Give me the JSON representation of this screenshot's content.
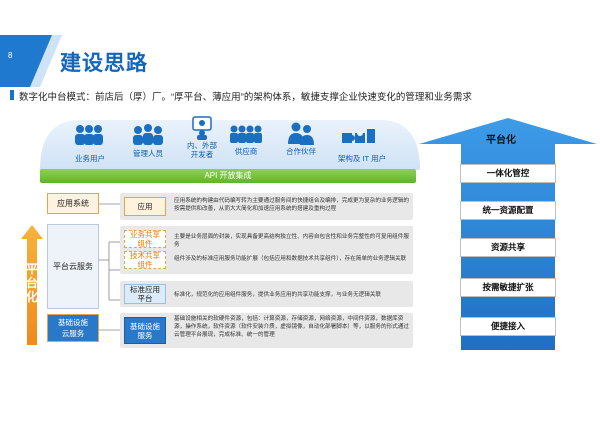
{
  "slide_number": "8",
  "title": "建设思路",
  "subtitle": "数字化中台模式：前店后（厚）厂。“厚平台、薄应用”的架构体系，敏捷支撑企业快速变化的管理和业务需求",
  "users": [
    {
      "label": "业务用户",
      "icon": "users-group-icon"
    },
    {
      "label": "管理人员",
      "icon": "managers-icon"
    },
    {
      "label": "内、外部\n开发者",
      "icon": "developer-icon"
    },
    {
      "label": "供应商",
      "icon": "supplier-group-icon"
    },
    {
      "label": "合作伙伴",
      "icon": "partner-icon"
    },
    {
      "label": "架构及 IT 用户",
      "icon": "puzzle-icon"
    }
  ],
  "api_bar": "API 开放集成",
  "platform_label": "平台化",
  "left_column": {
    "app_system": "应用系统",
    "platform_cloud": "平台云服务",
    "infra_cloud": "基础设施\n云服务"
  },
  "rows": [
    {
      "tag": "应用",
      "desc": "应用系统的构建由代码编写转为主要通过服务间的快捷组合及编排，完成更为复杂的业务逻辑的按需提供和改善，从而大大简化和加速应用系统的搭建及重构过程"
    },
    {
      "tag": "业务共享\n组件",
      "desc": "主要是业务层面的封装，实现具备更高结构独立性、内容自包含性和业务完整性的可复用组件服务"
    },
    {
      "tag": "技术共享\n组件",
      "desc": "组件涉及的标准应用服务功能扩展（包括应用和数据技术共享组件），存在简单的业务逻辑关联"
    },
    {
      "tag": "标准应用\n平台",
      "desc": "标准化，规范化的应用组件服务，提供业务应用的共享功能支撑，与业务无逻辑关联"
    },
    {
      "tag": "基础设施\n服务",
      "desc": "基础设施相关的软硬件资源，包括：计算资源，存储资源，网络资源，中间件资源，数据库资源，操作系统，软件资源（软件安装介质，虚拟镜像，自动化部署脚本）等，以服务的形式通过云管理平台展现，完成标准、统一的管理"
    }
  ],
  "right_panel": {
    "title": "平台化",
    "items": [
      "一体化管控",
      "统一资源配置",
      "资源共享",
      "按需敏捷扩张",
      "便捷接入"
    ]
  },
  "colors": {
    "brand_blue": "#1565b8",
    "api_green": "#6cbf36",
    "orange": "#f5a623",
    "light_blue_box": "#dcebf8"
  }
}
